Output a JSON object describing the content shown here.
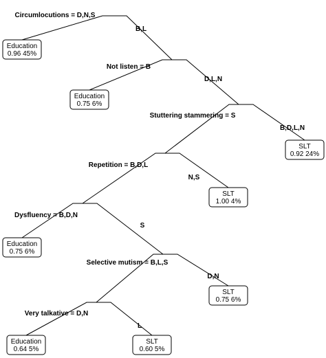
{
  "splits": [
    {
      "id": "s1",
      "label": "Circumlocutions = D,N,S",
      "right_label": "B,L"
    },
    {
      "id": "s2",
      "label": "Not listen = B",
      "right_label": "D,L,N"
    },
    {
      "id": "s3",
      "label": "Stuttering stammering = S",
      "right_label": "B,D,L,N"
    },
    {
      "id": "s4",
      "label": "Repetition = B,D,L",
      "right_label": "N,S"
    },
    {
      "id": "s5",
      "label": "Dysfluency = B,D,N",
      "right_label": "S"
    },
    {
      "id": "s6",
      "label": "Selective mutism = B,L,S",
      "right_label": "D,N"
    },
    {
      "id": "s7",
      "label": "Very talkative = D,N",
      "right_label": "L"
    }
  ],
  "leaves": [
    {
      "id": "l1",
      "class": "Education",
      "value": "0.96  45%"
    },
    {
      "id": "l2",
      "class": "Education",
      "value": "0.75  6%"
    },
    {
      "id": "l3",
      "class": "SLT",
      "value": "0.92  24%"
    },
    {
      "id": "l4",
      "class": "SLT",
      "value": "1.00  4%"
    },
    {
      "id": "l5",
      "class": "Education",
      "value": "0.75  6%"
    },
    {
      "id": "l6",
      "class": "SLT",
      "value": "0.75  6%"
    },
    {
      "id": "l7",
      "class": "Education",
      "value": "0.64  5%"
    },
    {
      "id": "l8",
      "class": "SLT",
      "value": "0.60  5%"
    }
  ]
}
